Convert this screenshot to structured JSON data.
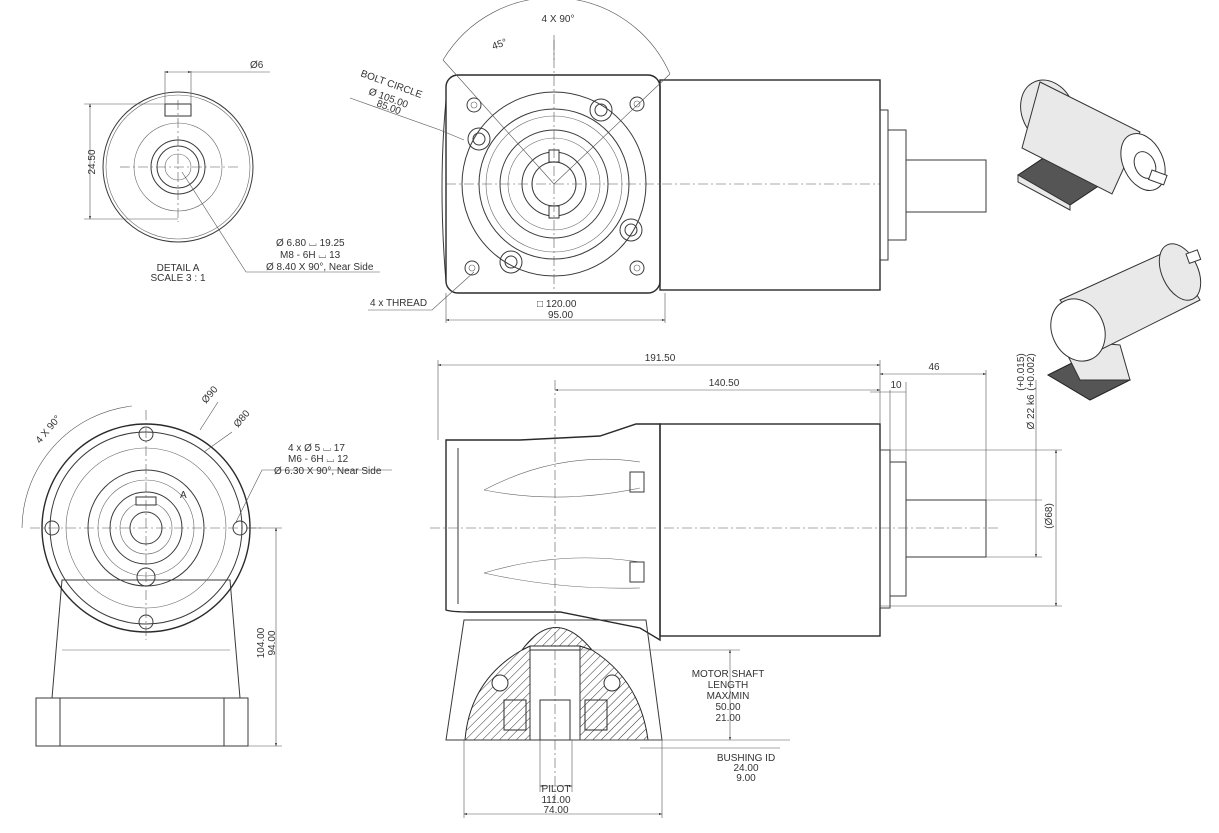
{
  "detail": {
    "title": "DETAIL A",
    "scale": "SCALE 3 : 1",
    "dim_key_width": "Ø6",
    "dim_key_height": "24.50",
    "hole_note_1": "Ø 6.80 ⌴ 19.25",
    "hole_note_2": "M8 - 6H ⌴ 13",
    "hole_note_3": "Ø 8.40 X 90°, Near Side"
  },
  "front_view": {
    "angle_spacing": "4 X 90°",
    "angle_offset": "45°",
    "bolt_circle_label": "BOLT CIRCLE",
    "bolt_circle_1": "Ø 105.00",
    "bolt_circle_2": "85.00",
    "thread_label": "4 x THREAD",
    "square_1": "□ 120.00",
    "square_2": "95.00"
  },
  "left_view": {
    "angle_spacing": "4 X 90°",
    "dia_outer": "Ø90",
    "dia_inner": "Ø80",
    "hole_note_1": "4 x Ø 5 ⌴ 17",
    "hole_note_2": "M6 - 6H ⌴ 12",
    "hole_note_3": "Ø 6.30 X 90°, Near Side",
    "detail_ref": "A",
    "height_1": "104.00",
    "height_2": "94.00"
  },
  "side_view": {
    "overall_length": "191.50",
    "length_2": "140.50",
    "shaft_length": "46",
    "shoulder": "10",
    "shaft_dia_1": "(+0.015)",
    "shaft_dia_2": "(+0.002)",
    "shaft_dia_3": "Ø 22 k6",
    "housing_dia": "(Ø68)",
    "motor_shaft_1": "MOTOR SHAFT",
    "motor_shaft_2": "LENGTH",
    "motor_shaft_3": "MAX/MIN",
    "motor_shaft_4": "50.00",
    "motor_shaft_5": "21.00",
    "bushing_1": "BUSHING ID",
    "bushing_2": "24.00",
    "bushing_3": "9.00",
    "pilot_1": "PILOT",
    "pilot_2": "111.00",
    "pilot_3": "74.00"
  }
}
